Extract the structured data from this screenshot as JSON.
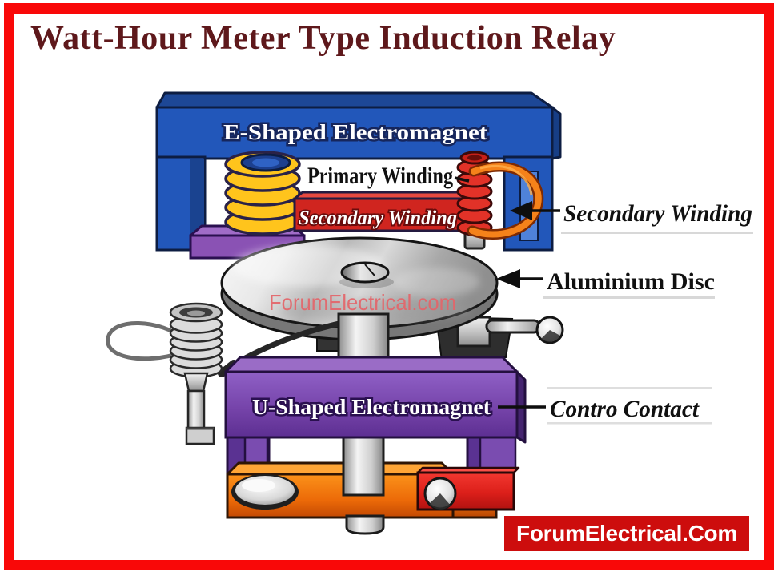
{
  "page": {
    "title": "Watt-Hour Meter Type Induction Relay",
    "watermark": "ForumElectrical.com",
    "brand": "ForumElectrical.Com"
  },
  "labels": {
    "e_magnet": "E-Shaped Electromagnet",
    "primary_winding": "Primary Winding",
    "secondary_winding_bar": "Secondary Winding",
    "secondary_winding": "Secondary Winding",
    "aluminium_disc": "Aluminium Disc",
    "u_magnet": "U-Shaped Electromagnet",
    "contro_contact": "Contro Contact"
  },
  "colors": {
    "frame_red": "#f90808",
    "title_maroon": "#5e181b",
    "magnet_blue": "#2257ba",
    "coil_yellow": "#ffc41c",
    "winding_red": "#d0251f",
    "wire_orange": "#f5821a",
    "magnet_purple": "#7644aa",
    "base_orange": "#f78c12",
    "disc_silver": "#c9c9c9",
    "watermark_pink": "#e4656a",
    "brand_bg": "#cd0d0d"
  }
}
